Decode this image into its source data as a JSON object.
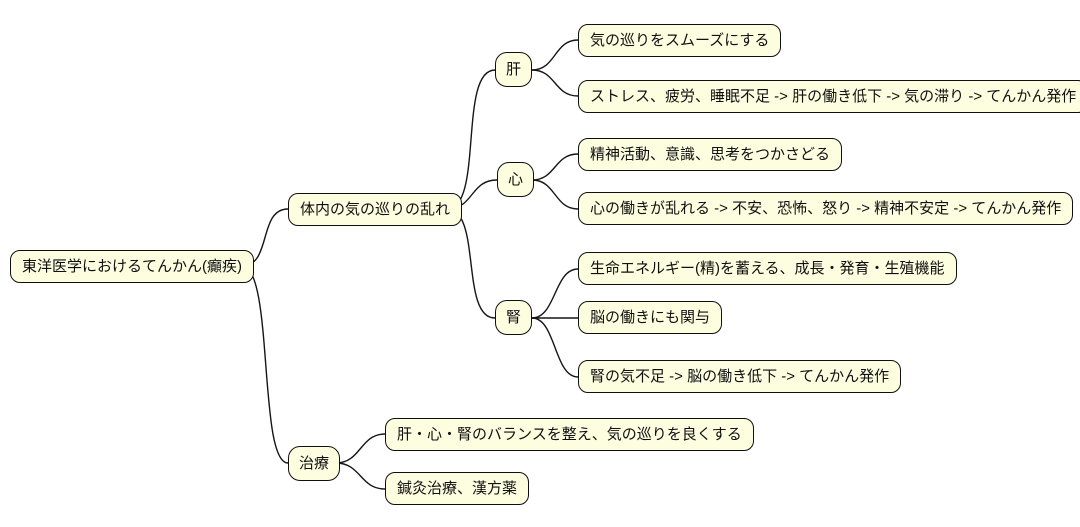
{
  "diagram_type": "mindmap",
  "colors": {
    "background": "#ffffff",
    "node_fill": "#fdfde0",
    "node_border": "#101010",
    "edge": "#161616",
    "text": "#101010"
  },
  "mindmap": {
    "root": {
      "label": "東洋医学におけるてんかん(癲疾)"
    },
    "branches": [
      {
        "label": "体内の気の巡りの乱れ",
        "children": [
          {
            "label": "肝",
            "children": [
              {
                "label": "気の巡りをスムーズにする"
              },
              {
                "label": "ストレス、疲労、睡眠不足 -> 肝の働き低下 -> 気の滞り -> てんかん発作"
              }
            ]
          },
          {
            "label": "心",
            "children": [
              {
                "label": "精神活動、意識、思考をつかさどる"
              },
              {
                "label": "心の働きが乱れる -> 不安、恐怖、怒り -> 精神不安定 -> てんかん発作"
              }
            ]
          },
          {
            "label": "腎",
            "children": [
              {
                "label": "生命エネルギー(精)を蓄える、成長・発育・生殖機能"
              },
              {
                "label": "脳の働きにも関与"
              },
              {
                "label": "腎の気不足 -> 脳の働き低下 -> てんかん発作"
              }
            ]
          }
        ]
      },
      {
        "label": "治療",
        "children": [
          {
            "label": "肝・心・腎のバランスを整え、気の巡りを良くする"
          },
          {
            "label": "鍼灸治療、漢方薬"
          }
        ]
      }
    ]
  }
}
